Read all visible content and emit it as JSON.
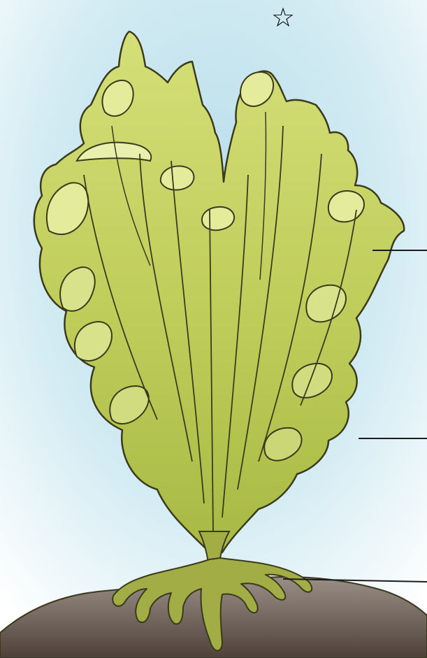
{
  "figure": {
    "marker": "☆",
    "subject": "seaweed-thallus",
    "colors": {
      "water_light": "#e6f3f8",
      "water": "#b7dde9",
      "frond_light": "#e4ec9c",
      "frond": "#bccb57",
      "frond_dark": "#93a536",
      "holdfast": "#a2ad45",
      "seabed_top": "#9a8f86",
      "seabed_bottom": "#5a4a42",
      "outline": "#3b3a1c"
    }
  },
  "callouts": [
    {
      "target": "blade"
    },
    {
      "target": "stipe"
    },
    {
      "target": "holdfast"
    }
  ]
}
